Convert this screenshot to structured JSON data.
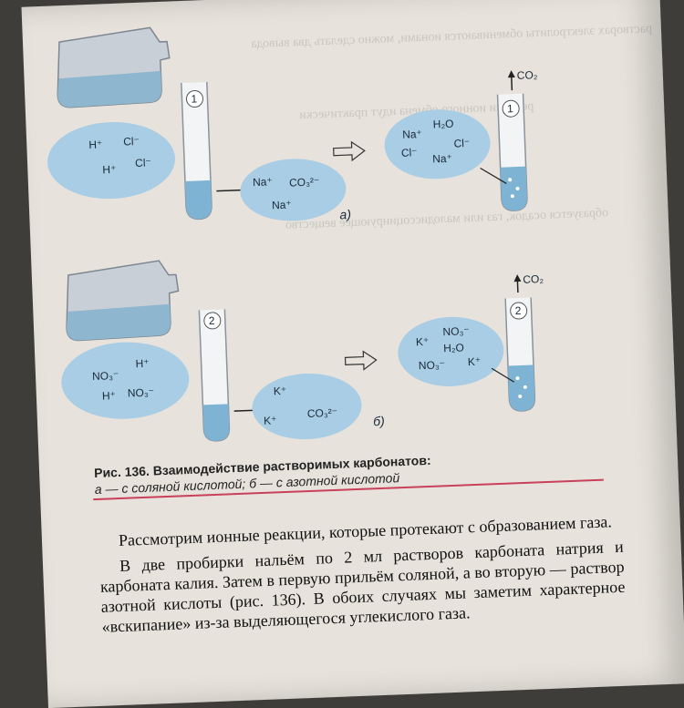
{
  "figure": {
    "part_a": {
      "letter": "а)",
      "tube_number": "1",
      "gas": "CO₂",
      "acid_ions": [
        "H⁺",
        "Cl⁻",
        "H⁺",
        "Cl⁻"
      ],
      "salt_ions": [
        "Na⁺",
        "CO₃²⁻",
        "Na⁺"
      ],
      "result_ions": [
        "Na⁺",
        "H₂O",
        "Cl⁻",
        "Cl⁻",
        "Na⁺"
      ]
    },
    "part_b": {
      "letter": "б)",
      "tube_number": "2",
      "gas": "CO₂",
      "acid_ions": [
        "NO₃⁻",
        "H⁺",
        "H⁺",
        "NO₃⁻"
      ],
      "salt_ions": [
        "K⁺",
        "K⁺",
        "CO₃²⁻"
      ],
      "result_ions": [
        "K⁺",
        "NO₃⁻",
        "H₂O",
        "NO₃⁻",
        "K⁺"
      ]
    }
  },
  "caption": {
    "title": "Рис. 136. Взаимодействие растворимых карбонатов:",
    "subtitle": "а — с соляной кислотой; б — с азотной кислотой"
  },
  "body": {
    "paragraphs": [
      "Рассмотрим ионные реакции, которые протекают с образованием газа.",
      "В две пробирки нальём по 2 мл растворов карбоната натрия и карбоната калия. Затем в первую прильём соляной, а во вторую — раствор азотной кислоты (рис. 136). В обоих случаях мы заметим характерное «вскипание» из-за выделяющегося углекислого газа."
    ]
  }
}
